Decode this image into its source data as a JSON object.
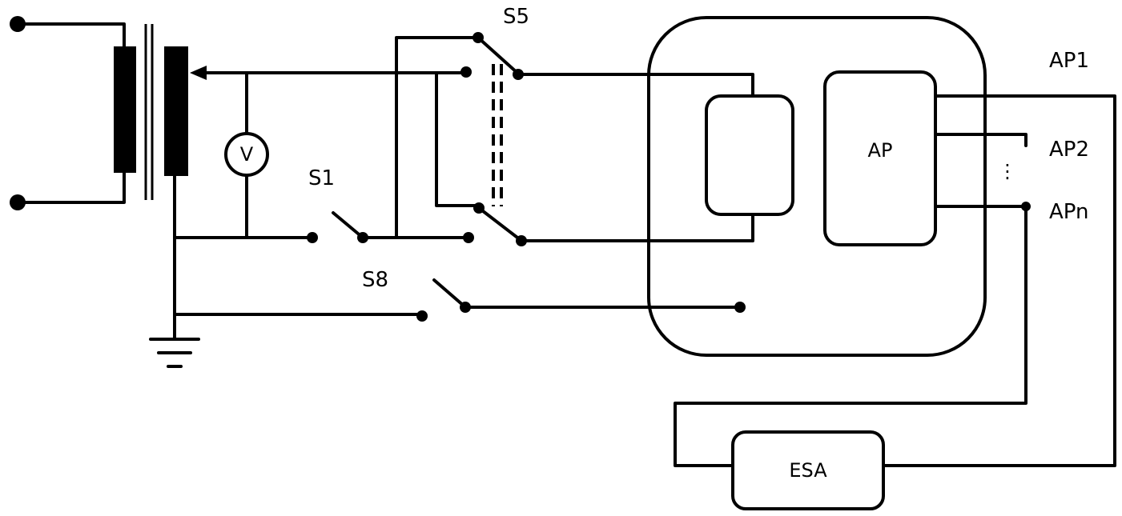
{
  "labels": {
    "s5": "S5",
    "s1": "S1",
    "s8": "S8",
    "ap1": "AP1",
    "ap2": "AP2",
    "apn": "APn",
    "ap": "AP",
    "esa": "ESA",
    "voltmeter": "V",
    "ap_ellipsis": "⋮"
  }
}
